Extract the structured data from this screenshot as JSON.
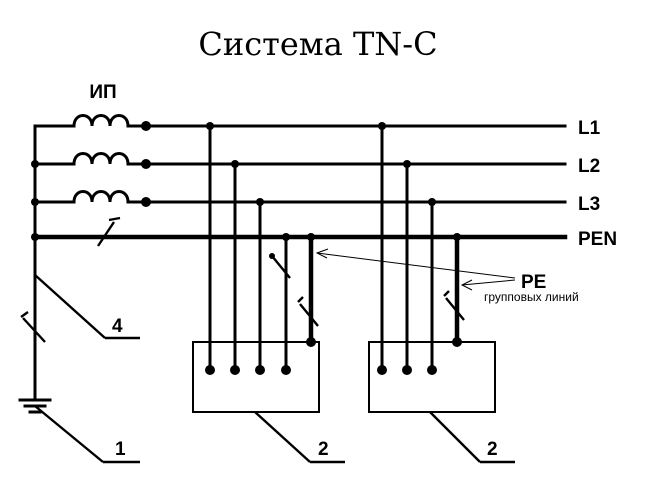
{
  "title": "Система TN-C",
  "source_label": "ИП",
  "lines": {
    "l1": "L1",
    "l2": "L2",
    "l3": "L3",
    "pen": "PEN"
  },
  "pe_label": "PE",
  "pe_sublabel": "групповых линий",
  "markers": {
    "ground": "1",
    "load_a": "2",
    "load_b": "2",
    "neutral_bond": "4"
  }
}
